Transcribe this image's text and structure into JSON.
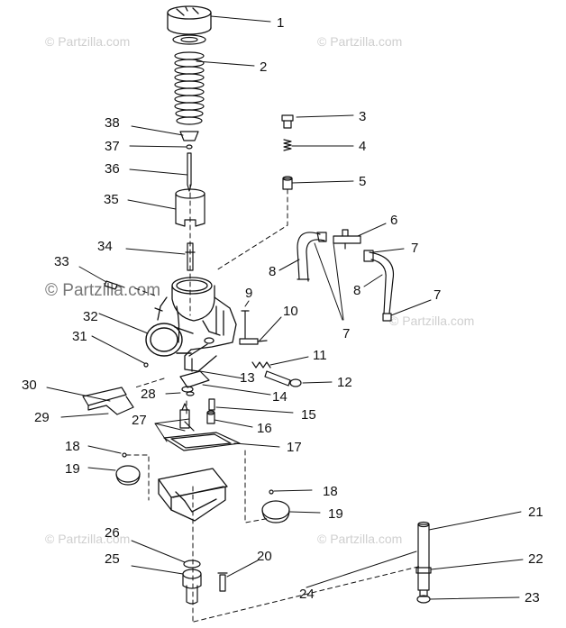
{
  "watermark": "© Partzilla.com",
  "callouts": [
    "1",
    "2",
    "3",
    "4",
    "5",
    "6",
    "7",
    "7",
    "7",
    "7",
    "8",
    "8",
    "9",
    "10",
    "11",
    "12",
    "13",
    "14",
    "15",
    "16",
    "17",
    "18",
    "18",
    "19",
    "19",
    "20",
    "21",
    "22",
    "23",
    "24",
    "25",
    "26",
    "27",
    "28",
    "29",
    "30",
    "31",
    "32",
    "33",
    "34",
    "35",
    "36",
    "37",
    "38"
  ]
}
